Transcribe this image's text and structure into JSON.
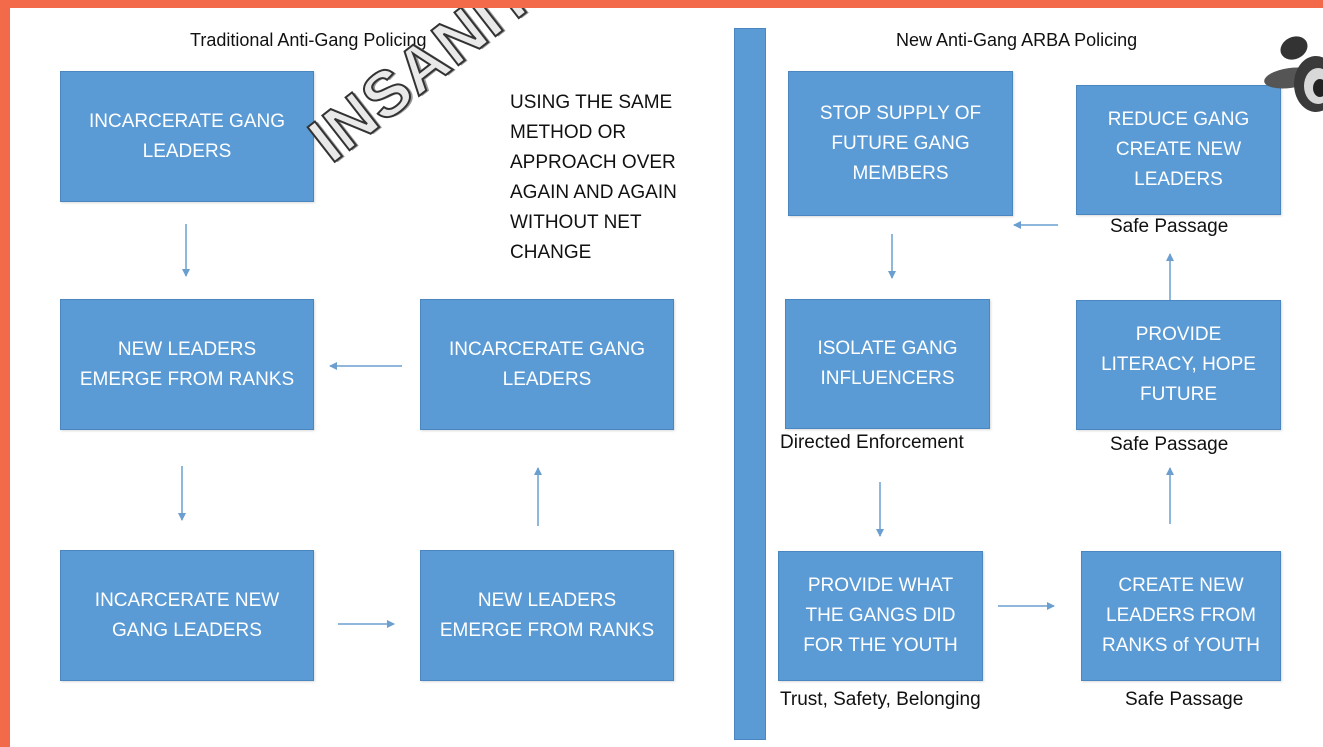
{
  "diagram": {
    "left_title": "Traditional  Anti-Gang Policing",
    "right_title": "New Anti-Gang ARBA  Policing",
    "insanity_word": "INSANITY",
    "insanity_definition": "USING THE SAME\nMETHOD OR\nAPPROACH OVER\nAGAIN AND AGAIN\nWITHOUT NET\nCHANGE",
    "left_boxes": [
      "INCARCERATE GANG\nLEADERS",
      "NEW LEADERS\nEMERGE FROM RANKS",
      "INCARCERATE GANG\nLEADERS",
      "INCARCERATE NEW\nGANG LEADERS",
      "NEW LEADERS\nEMERGE FROM RANKS"
    ],
    "right_boxes": [
      "STOP SUPPLY OF\nFUTURE GANG\nMEMBERS",
      "REDUCE GANG\nCREATE NEW\nLEADERS",
      "ISOLATE  GANG\nINFLUENCERS",
      "PROVIDE\nLITERACY, HOPE\nFUTURE",
      "PROVIDE WHAT\nTHE GANGS DID\nFOR THE YOUTH",
      "CREATE NEW\nLEADERS FROM\nRANKS of YOUTH"
    ],
    "captions": {
      "safe_passage_1": "Safe Passage",
      "safe_passage_2": "Safe Passage",
      "safe_passage_3": "Safe Passage",
      "directed_enforcement": "Directed Enforcement",
      "trust_safety": "Trust, Safety, Belonging"
    },
    "colors": {
      "box_fill": "#5b9bd5",
      "arrow": "#6a9fd0",
      "frame": "#f26a4a"
    }
  }
}
